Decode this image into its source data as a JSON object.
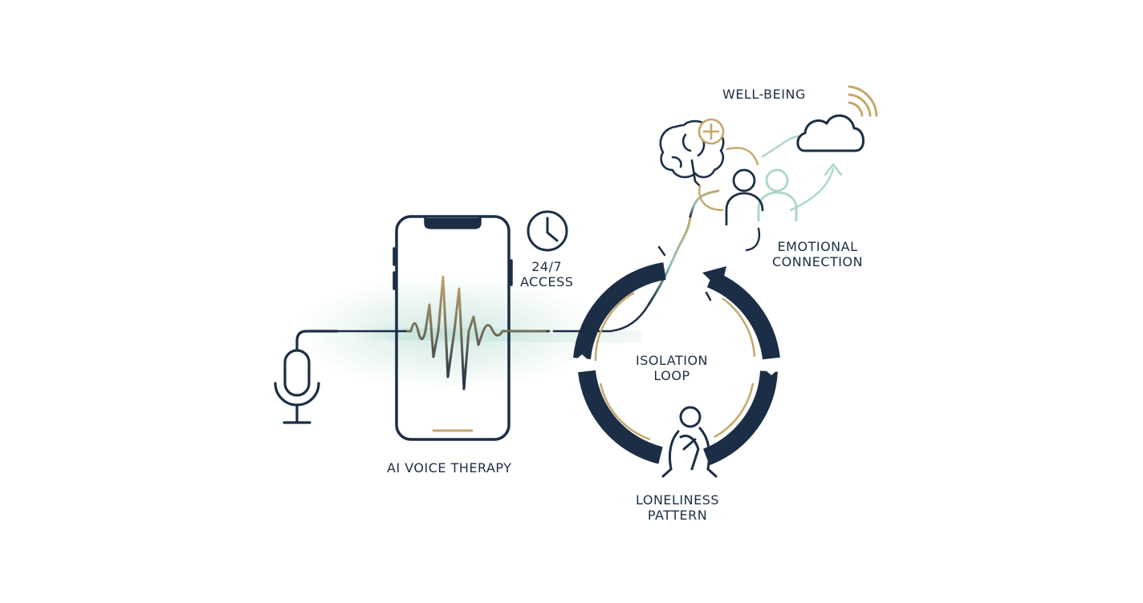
{
  "colors": {
    "navy": "#1c2e45",
    "gold": "#c4a86b",
    "teal": "#a9d6cb",
    "tealDark": "#8cc4b6",
    "text": "#1c2e45"
  },
  "labels": {
    "well_being": "WELL-BEING",
    "emotional_connection": [
      "EMOTIONAL",
      "CONNECTION"
    ],
    "access": [
      "24/7",
      "ACCESS"
    ],
    "isolation_loop": [
      "ISOLATION",
      "LOOP"
    ],
    "ai_voice_therapy": "AI VOICE THERAPY",
    "loneliness_pattern": [
      "LONELINESS",
      "PATTERN"
    ]
  },
  "icons": [
    "microphone-icon",
    "smartphone-icon",
    "clock-icon",
    "brain-icon",
    "plus-icon",
    "cloud-icon",
    "signal-icon",
    "people-icon",
    "seated-person-icon",
    "cycle-arrows-icon",
    "soundwave-icon"
  ]
}
